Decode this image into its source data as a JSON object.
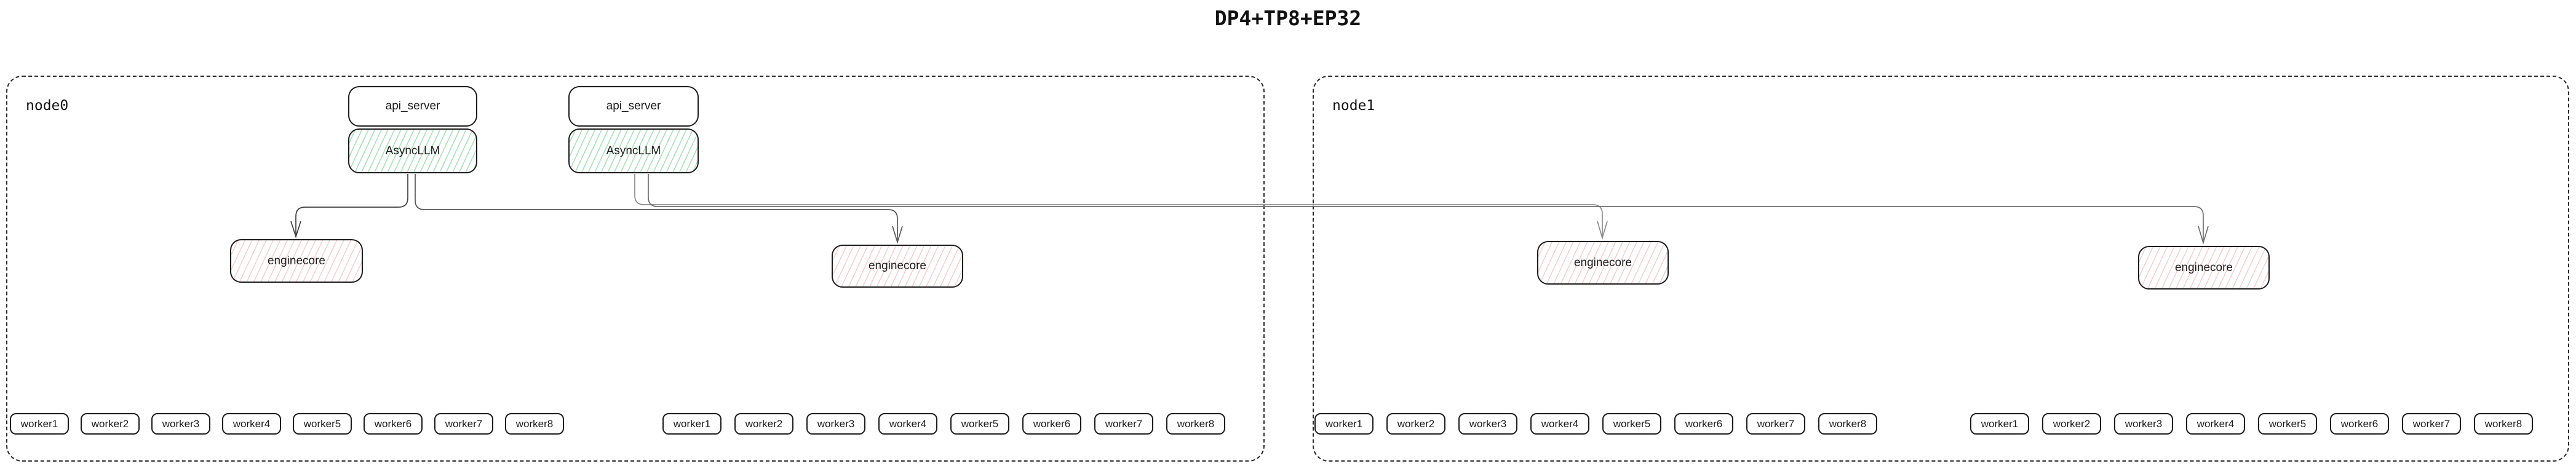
{
  "title": "DP4+TP8+EP32",
  "colors": {
    "box_border": "#1d1d1d",
    "node_border_dashed": "#2b2b2b",
    "green_hatch": "#40c063",
    "red_hatch": "#e87878",
    "line_dark": "#3f3f3f",
    "line_gray": "#8c8c8c"
  },
  "nodes": [
    {
      "label": "node0",
      "api_stacks": [
        {
          "api_label": "api_server",
          "llm_label": "AsyncLLM"
        },
        {
          "api_label": "api_server",
          "llm_label": "AsyncLLM"
        }
      ],
      "enginecores": [
        "enginecore",
        "enginecore"
      ],
      "worker_groups": [
        [
          "worker1",
          "worker2",
          "worker3",
          "worker4",
          "worker5",
          "worker6",
          "worker7",
          "worker8"
        ],
        [
          "worker1",
          "worker2",
          "worker3",
          "worker4",
          "worker5",
          "worker6",
          "worker7",
          "worker8"
        ]
      ]
    },
    {
      "label": "node1",
      "api_stacks": [],
      "enginecores": [
        "enginecore",
        "enginecore"
      ],
      "worker_groups": [
        [
          "worker1",
          "worker2",
          "worker3",
          "worker4",
          "worker5",
          "worker6",
          "worker7",
          "worker8"
        ],
        [
          "worker1",
          "worker2",
          "worker3",
          "worker4",
          "worker5",
          "worker6",
          "worker7",
          "worker8"
        ]
      ]
    }
  ],
  "edges": [
    {
      "from": "AsyncLLM-0",
      "to": "enginecore-0"
    },
    {
      "from": "AsyncLLM-0",
      "to": "enginecore-1"
    },
    {
      "from": "AsyncLLM-1",
      "to": "enginecore-2"
    },
    {
      "from": "AsyncLLM-1",
      "to": "enginecore-3"
    }
  ]
}
